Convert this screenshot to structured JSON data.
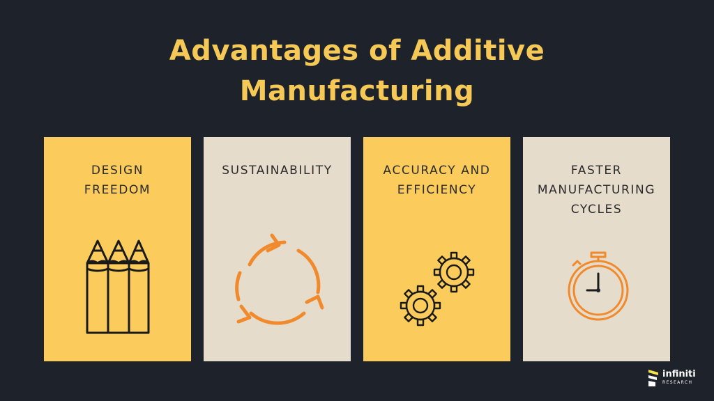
{
  "title": {
    "line1": "Advantages of Additive",
    "line2": "Manufacturing"
  },
  "cards": [
    {
      "lines": [
        "DESIGN",
        "FREEDOM"
      ],
      "icon": "pencils-icon",
      "color": "#fbcc5c"
    },
    {
      "lines": [
        "SUSTAINABILITY"
      ],
      "icon": "recycle-arrows-icon",
      "color": "#e6dccb"
    },
    {
      "lines": [
        "ACCURACY AND",
        "EFFICIENCY"
      ],
      "icon": "gears-icon",
      "color": "#fbcc5c"
    },
    {
      "lines": [
        "FASTER",
        "MANUFACTURING",
        "CYCLES"
      ],
      "icon": "stopwatch-icon",
      "color": "#e6dccb"
    }
  ],
  "logo": {
    "name": "infiniti",
    "sub": "RESEARCH"
  },
  "colors": {
    "background": "#1e232b",
    "title": "#f6c957",
    "accent_orange": "#f08a2c"
  }
}
